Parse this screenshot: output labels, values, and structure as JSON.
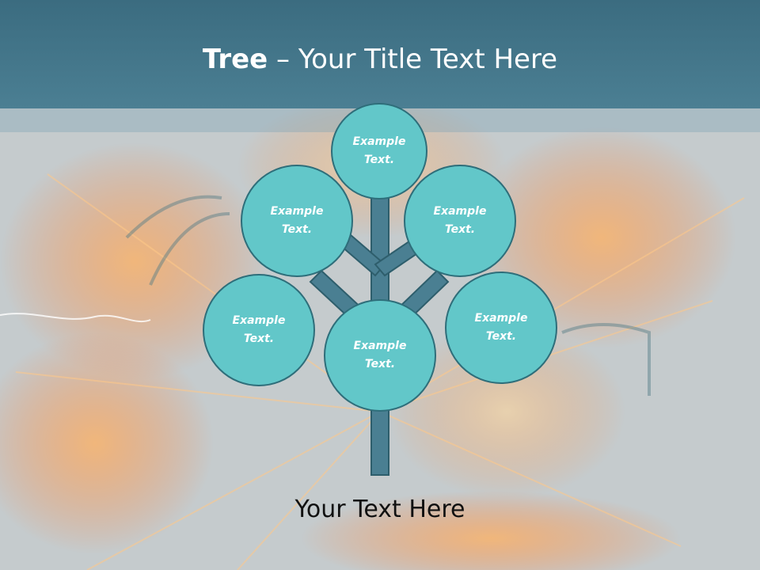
{
  "slide": {
    "title_bold": "Tree",
    "title_rest": " – Your Title Text Here",
    "caption": "Your Text Here"
  },
  "tree": {
    "nodes": [
      {
        "label": "Example\nText."
      },
      {
        "label": "Example\nText."
      },
      {
        "label": "Example\nText."
      },
      {
        "label": "Example\nText."
      },
      {
        "label": "Example\nText."
      },
      {
        "label": "Example\nText."
      }
    ]
  },
  "colors": {
    "header": "#3f7185",
    "node_fill": "#62c7c9",
    "node_stroke": "#2e6e7a",
    "trunk": "#4a7f92"
  }
}
